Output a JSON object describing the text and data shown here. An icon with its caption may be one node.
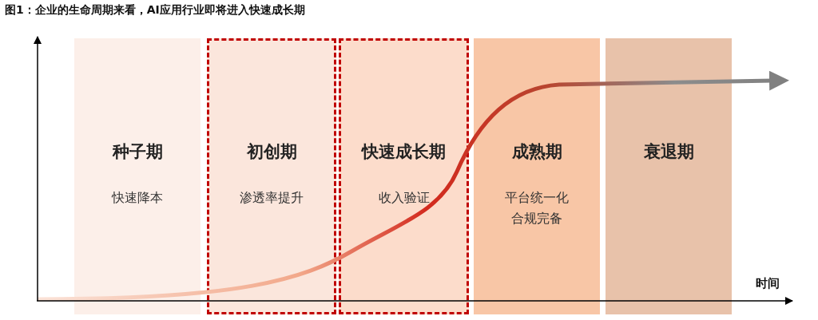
{
  "diagram": {
    "title": "图1：企业的生命周期来看，AI应用行业即将进入快速成长期",
    "nodes": [
      {
        "text": [
          "种子期",
          "快速降本"
        ]
      },
      {
        "text": [
          "初创期",
          "渗透率提升"
        ]
      },
      {
        "text": [
          "快速成长期",
          "收入验证"
        ]
      },
      {
        "text": [
          "成熟期",
          "平台统一化",
          "合规完备"
        ]
      },
      {
        "text": [
          "衰退期"
        ]
      }
    ],
    "labels": [
      "时间"
    ]
  }
}
